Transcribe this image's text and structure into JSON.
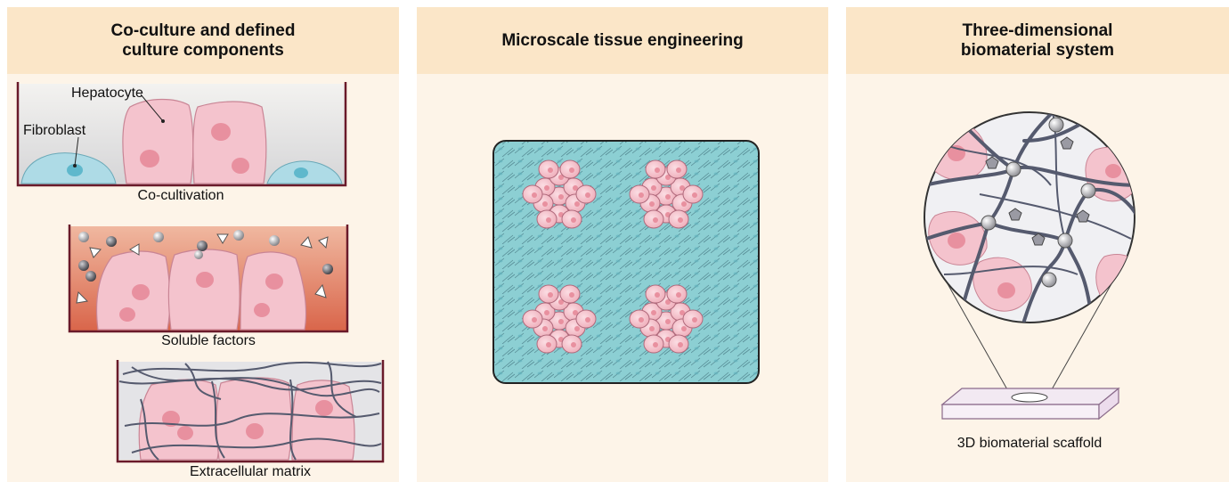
{
  "panels": [
    {
      "title_lines": [
        "Co-culture and defined",
        "culture components"
      ],
      "captions": {
        "cocultivation": "Co-cultivation",
        "soluble": "Soluble factors",
        "ecm": "Extracellular matrix"
      },
      "labels": {
        "hepatocyte": "Hepatocyte",
        "fibroblast": "Fibroblast"
      }
    },
    {
      "title_lines": [
        "Microscale tissue engineering"
      ]
    },
    {
      "title_lines": [
        "Three-dimensional",
        "biomaterial system"
      ],
      "caption": "3D biomaterial scaffold"
    }
  ],
  "colors": {
    "panel_bg": "#fdf4e8",
    "header_bg": "#fbe6c8",
    "hepatocyte": "#f4c3cd",
    "nucleus": "#e8909f",
    "fibroblast": "#aedbe6",
    "fibroblast_nucleus": "#5fb8cc",
    "soluble_media": "#e89a80",
    "fiber": "#555a6e",
    "microscale_bg": "#8ccfd3"
  }
}
